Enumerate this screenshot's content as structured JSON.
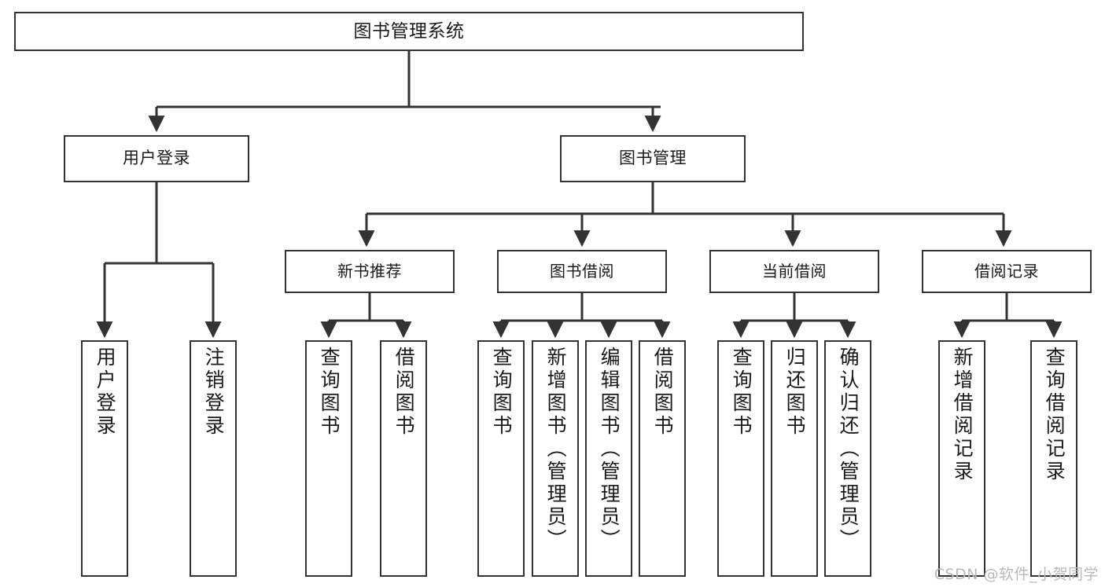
{
  "diagram": {
    "title": "图书管理系统",
    "type": "hierarchy-tree",
    "colors": {
      "border": "#333333",
      "fill": "#ffffff",
      "text": "#1a1a1a",
      "edge": "#333333",
      "watermark": "#b9b9b9"
    }
  },
  "root": {
    "label": "图书管理系统"
  },
  "level1": [
    {
      "label": "用户登录"
    },
    {
      "label": "图书管理"
    }
  ],
  "level2": [
    {
      "label": "新书推荐"
    },
    {
      "label": "图书借阅"
    },
    {
      "label": "当前借阅"
    },
    {
      "label": "借阅记录"
    }
  ],
  "leaves": {
    "user_login": [
      {
        "label": "用户登录"
      },
      {
        "label": "注销登录"
      }
    ],
    "new_book_recommend": [
      {
        "label": "查询图书"
      },
      {
        "label": "借阅图书"
      }
    ],
    "book_borrow": [
      {
        "label": "查询图书"
      },
      {
        "label": "新增图书（管理员）"
      },
      {
        "label": "编辑图书（管理员）"
      },
      {
        "label": "借阅图书"
      }
    ],
    "current_borrow": [
      {
        "label": "查询图书"
      },
      {
        "label": "归还图书"
      },
      {
        "label": "确认归还（管理员）"
      }
    ],
    "borrow_record": [
      {
        "label": "新增借阅记录"
      },
      {
        "label": "查询借阅记录"
      }
    ]
  },
  "watermark": {
    "text": "CSDN @软件_小贺同学"
  }
}
